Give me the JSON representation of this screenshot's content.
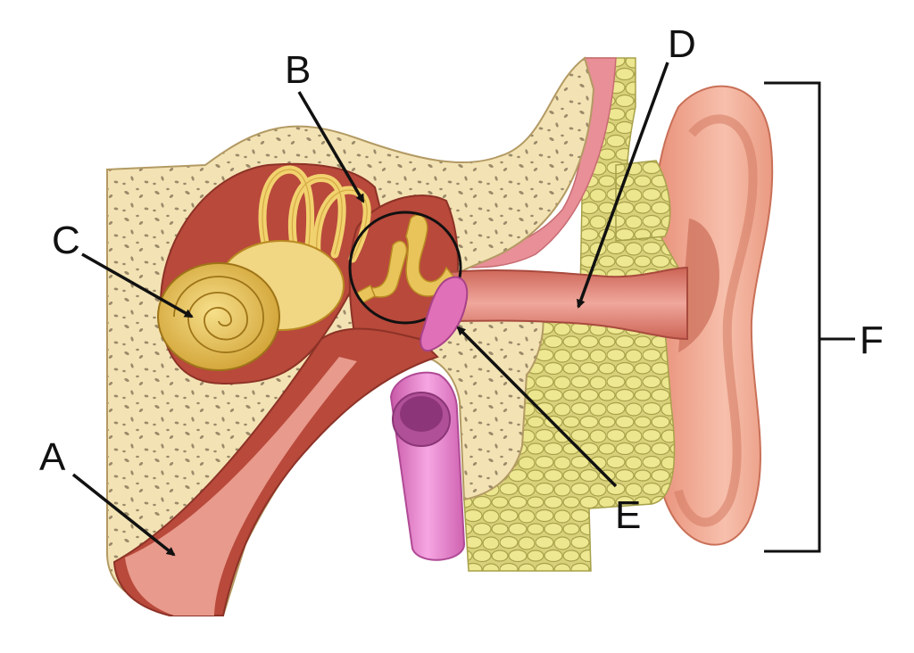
{
  "labels": {
    "a": "A",
    "b": "B",
    "c": "C",
    "d": "D",
    "e": "E",
    "f": "F"
  },
  "colors": {
    "bone": "#f3e3b4",
    "bone_pores": "#9b8a6a",
    "cavity": "#b8493b",
    "canal": "#d9776a",
    "canal_light": "#f1a9a0",
    "cochlea": "#e2b84a",
    "cochlea_dark": "#b98a22",
    "canals_semicircular": "#f2d26e",
    "ossicles": "#e8c45a",
    "eardrum": "#e070b8",
    "eustachian_tube": "#e68ad3",
    "fat_tissue": "#e6e08a",
    "fat_outline": "#a7a14a",
    "muscle": "#e88f97",
    "outer_ear": "#f0a690",
    "outer_ear_dark": "#d97f68",
    "ink": "#111111"
  }
}
